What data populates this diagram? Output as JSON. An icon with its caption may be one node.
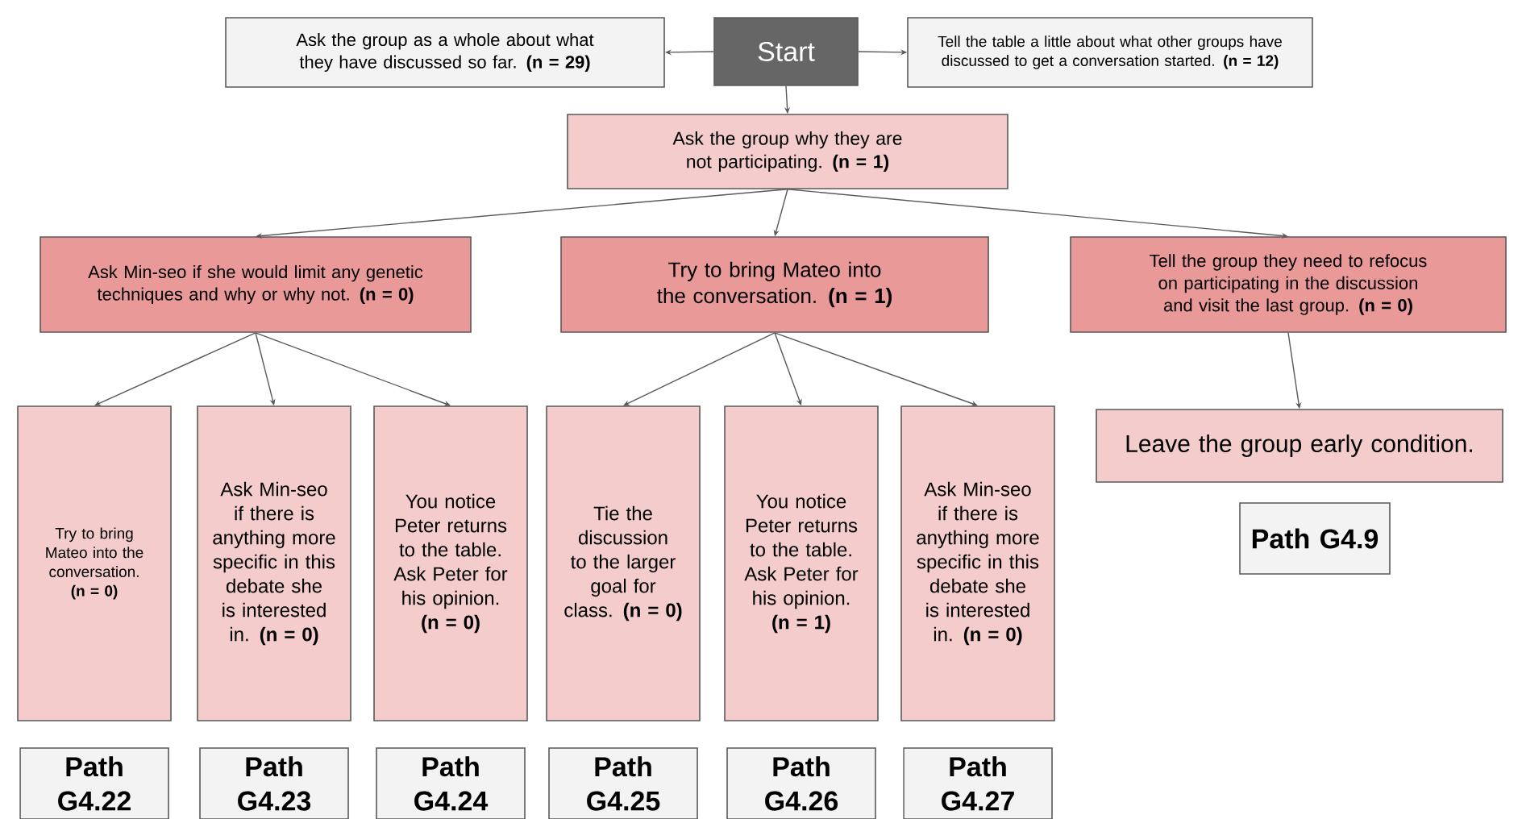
{
  "diagram": {
    "nodes": [
      {
        "text": [
          "Start"
        ]
      },
      {
        "text": [
          "Ask the group as a whole about what they have discussed so far. **(n = 29)**"
        ]
      },
      {
        "text": [
          "Tell the table a little about what other groups have discussed to get a conversation started. **(n = 12)**"
        ]
      },
      {
        "text": [
          "Ask the group why they are not participating. **(n = 1)**"
        ]
      },
      {
        "text": [
          "Ask Min-seo if she would limit any genetic techniques and why or why not. **(n = 0)**"
        ]
      },
      {
        "text": [
          "Try to bring Mateo into the conversation. **(n = 1)**"
        ]
      },
      {
        "text": [
          "Tell the group they need to refocus on participating in the discussion and visit the last group. **(n = 0)**"
        ]
      },
      {
        "text": [
          "Try to bring Mateo into the conversation. **(n = 0)**"
        ]
      },
      {
        "text": [
          "Ask Min-seo if there is anything more specific in this debate she is interested in. **(n = 0)**"
        ]
      },
      {
        "text": [
          "You notice Peter returns to the table. Ask Peter for his opinion. **(n = 0)**"
        ]
      },
      {
        "text": [
          "Tie the discussion to the larger goal for class. **(n = 0)**"
        ]
      },
      {
        "text": [
          "You notice Peter returns to the table. Ask Peter for his opinion. **(n = 1)**"
        ]
      },
      {
        "text": [
          "Ask Min-seo if there is anything more specific in this debate she is interested in. **(n = 0)**"
        ]
      },
      {
        "text": [
          "Leave the group early condition."
        ]
      },
      {
        "text": [
          "Path G4.22"
        ]
      },
      {
        "text": [
          "Path G4.23"
        ]
      },
      {
        "text": [
          "Path G4.24"
        ]
      },
      {
        "text": [
          "Path G4.25"
        ]
      },
      {
        "text": [
          "Path G4.26"
        ]
      },
      {
        "text": [
          "Path G4.27"
        ]
      },
      {
        "text": [
          "Path G4.9"
        ]
      }
    ],
    "edges": [
      {
        "from": 0,
        "to": 1,
        "arrow": "to"
      },
      {
        "from": 0,
        "to": 2,
        "arrow": "to"
      },
      {
        "from": 0,
        "to": 3,
        "arrow": "to"
      },
      {
        "from": 3,
        "to": 4,
        "arrow": "to"
      },
      {
        "from": 3,
        "to": 5,
        "arrow": "to"
      },
      {
        "from": 3,
        "to": 6,
        "arrow": "to"
      },
      {
        "from": 4,
        "to": 7,
        "arrow": "to"
      },
      {
        "from": 4,
        "to": 8,
        "arrow": "to"
      },
      {
        "from": 4,
        "to": 9,
        "arrow": "to"
      },
      {
        "from": 5,
        "to": 10,
        "arrow": "to"
      },
      {
        "from": 5,
        "to": 11,
        "arrow": "to"
      },
      {
        "from": 5,
        "to": 12,
        "arrow": "to"
      },
      {
        "from": 6,
        "to": 13,
        "arrow": "to"
      }
    ]
  }
}
